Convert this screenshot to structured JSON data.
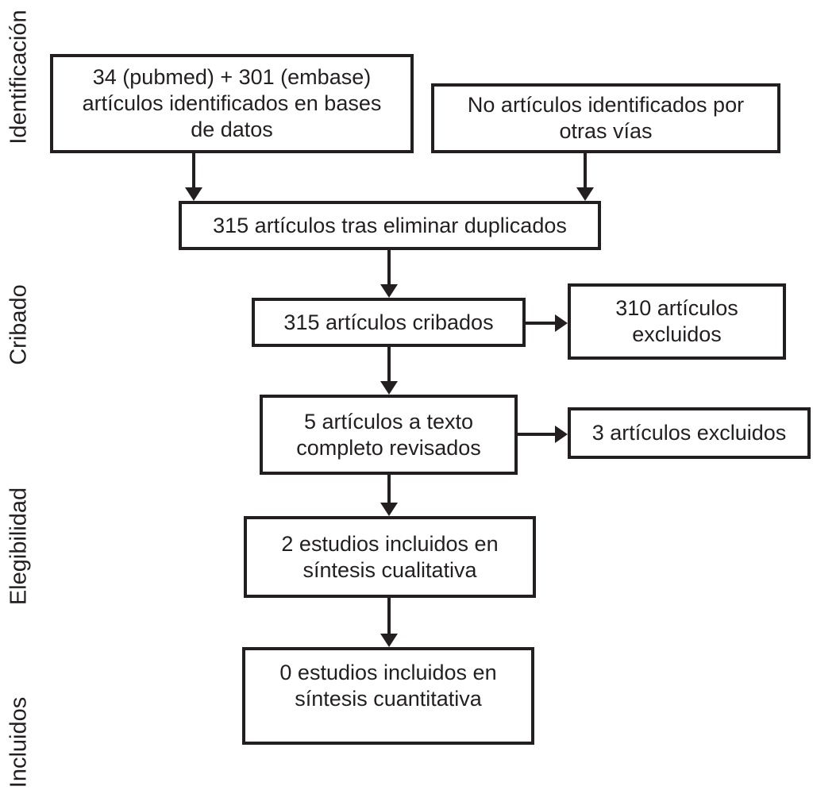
{
  "figure": {
    "kind": "prisma-flow-diagram",
    "language": "es",
    "background_color": "#ffffff",
    "line_color": "#231f20",
    "text_color": "#231f20"
  },
  "stage_labels": [
    {
      "text": "Identificación"
    },
    {
      "text": "Cribado"
    },
    {
      "text": "Elegibilidad"
    },
    {
      "text": "Incluidos"
    }
  ],
  "boxes": {
    "identified_databases": {
      "lines": [
        "34 (pubmed) + 301 (embase)",
        "artículos identificados en bases",
        "de datos"
      ]
    },
    "identified_other_sources": {
      "lines": [
        "No artículos identificados por",
        "otras vías"
      ]
    },
    "after_duplicates_removed": {
      "lines": [
        "315 artículos tras eliminar duplicados"
      ]
    },
    "screened": {
      "lines": [
        "315 artículos cribados"
      ]
    },
    "excluded_after_screening": {
      "lines": [
        "310 artículos",
        "excluidos"
      ]
    },
    "fulltext_reviewed": {
      "lines": [
        "5 artículos a texto",
        "completo revisados"
      ]
    },
    "excluded_fulltext": {
      "lines": [
        "3 artículos excluidos"
      ]
    },
    "qualitative_synthesis": {
      "lines": [
        "2 estudios incluidos en",
        "síntesis cualitativa"
      ]
    },
    "quantitative_synthesis": {
      "lines": [
        "0 estudios incluidos en",
        "síntesis cuantitativa"
      ]
    }
  }
}
